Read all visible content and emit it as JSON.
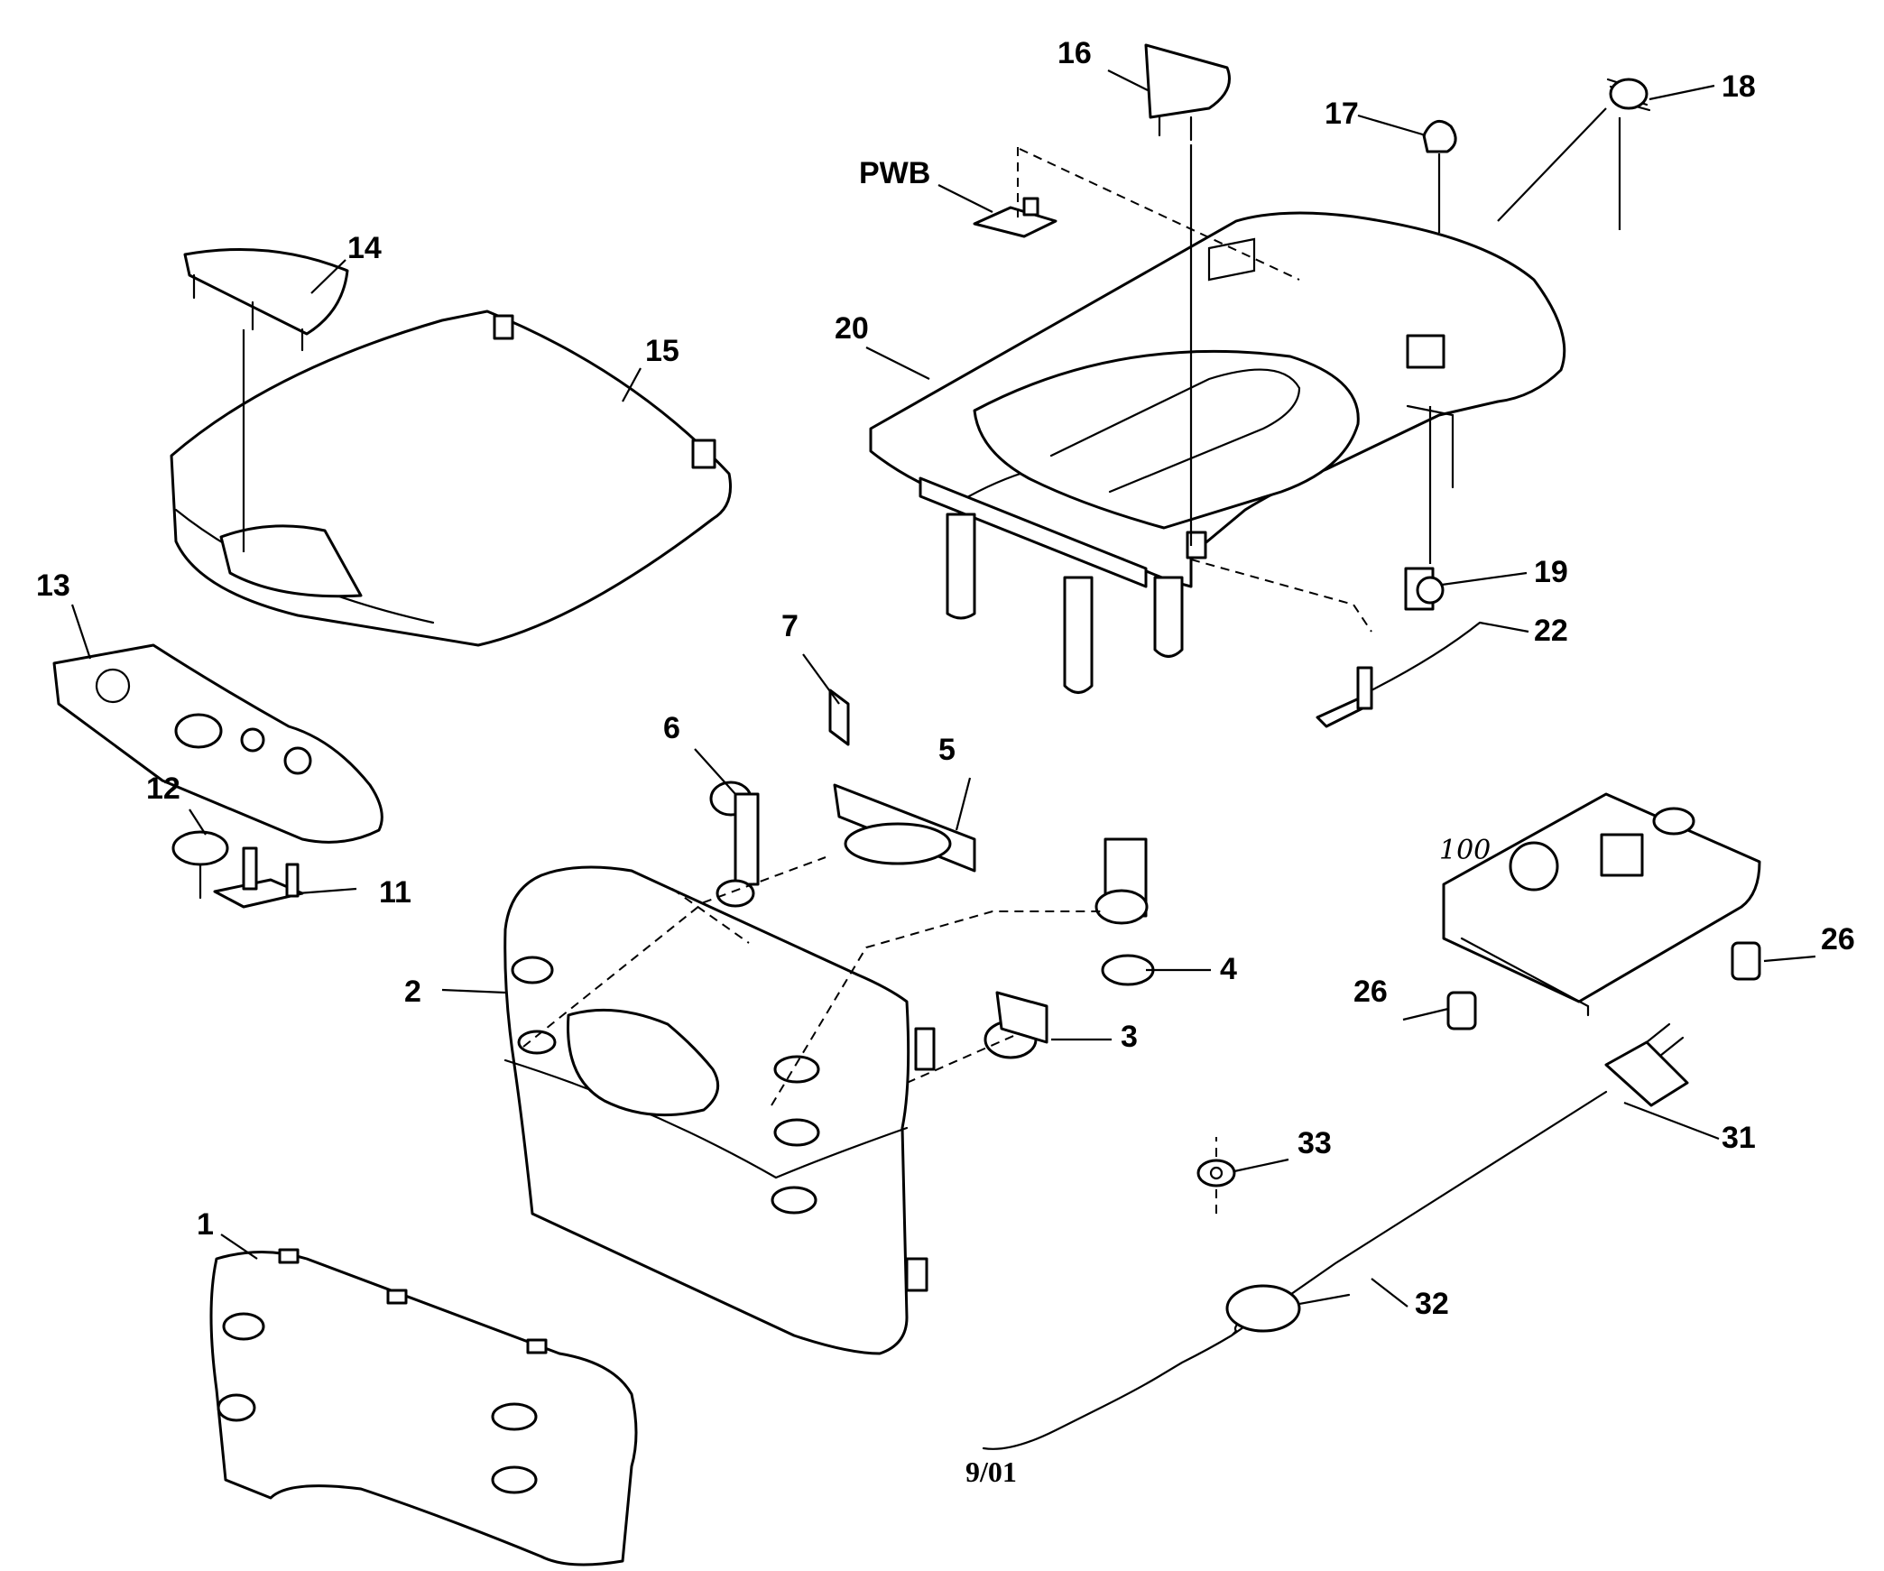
{
  "diagram": {
    "date_code": "9/01",
    "handwritten_mark": "100",
    "callouts": {
      "p1": "1",
      "p2": "2",
      "p3": "3",
      "p4": "4",
      "p5": "5",
      "p6": "6",
      "p7": "7",
      "p11": "11",
      "p12": "12",
      "p13": "13",
      "p14": "14",
      "p15": "15",
      "p16": "16",
      "p17": "17",
      "p18": "18",
      "p19": "19",
      "p20": "20",
      "p22": "22",
      "p26a": "26",
      "p26b": "26",
      "p31": "31",
      "p32": "32",
      "p33": "33",
      "pwb": "PWB"
    }
  }
}
